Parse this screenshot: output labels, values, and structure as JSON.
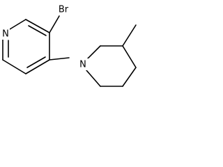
{
  "molecule": {
    "atoms": {
      "bromine": "Br",
      "pyridine_nitrogen": "N",
      "piperidine_nitrogen": "N"
    }
  }
}
